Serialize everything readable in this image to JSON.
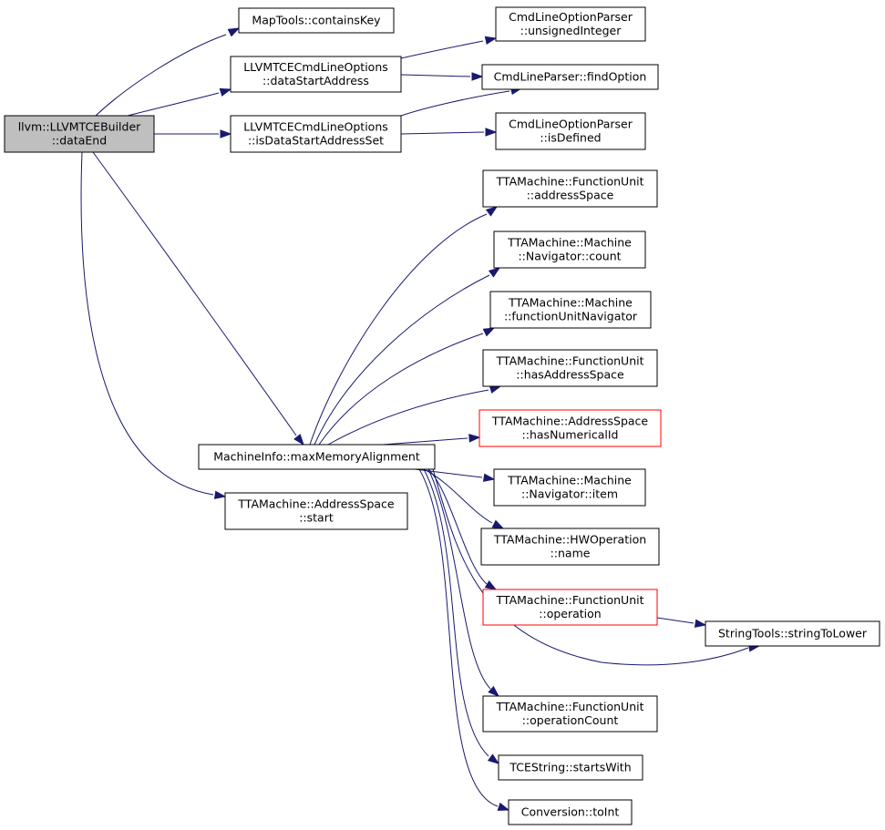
{
  "graph": {
    "edge_color": "#191970",
    "root_fill": "#bfbfbf",
    "highlight_border": "#ff0000",
    "nodes": [
      {
        "id": "root",
        "lines": [
          "llvm::LLVMTCEBuilder",
          "::dataEnd"
        ],
        "style": "root"
      },
      {
        "id": "containsKey",
        "lines": [
          "MapTools::containsKey"
        ],
        "style": "normal"
      },
      {
        "id": "dataStartAddress",
        "lines": [
          "LLVMTCECmdLineOptions",
          "::dataStartAddress"
        ],
        "style": "normal"
      },
      {
        "id": "isDataStartAddressSet",
        "lines": [
          "LLVMTCECmdLineOptions",
          "::isDataStartAddressSet"
        ],
        "style": "normal"
      },
      {
        "id": "unsignedInteger",
        "lines": [
          "CmdLineOptionParser",
          "::unsignedInteger"
        ],
        "style": "normal"
      },
      {
        "id": "findOption",
        "lines": [
          "CmdLineParser::findOption"
        ],
        "style": "normal"
      },
      {
        "id": "isDefined",
        "lines": [
          "CmdLineOptionParser",
          "::isDefined"
        ],
        "style": "normal"
      },
      {
        "id": "maxMemoryAlignment",
        "lines": [
          "MachineInfo::maxMemoryAlignment"
        ],
        "style": "normal"
      },
      {
        "id": "asStart",
        "lines": [
          "TTAMachine::AddressSpace",
          "::start"
        ],
        "style": "normal"
      },
      {
        "id": "addressSpace",
        "lines": [
          "TTAMachine::FunctionUnit",
          "::addressSpace"
        ],
        "style": "normal"
      },
      {
        "id": "navCount",
        "lines": [
          "TTAMachine::Machine",
          "::Navigator::count"
        ],
        "style": "normal"
      },
      {
        "id": "fuNavigator",
        "lines": [
          "TTAMachine::Machine",
          "::functionUnitNavigator"
        ],
        "style": "normal"
      },
      {
        "id": "hasAddressSpace",
        "lines": [
          "TTAMachine::FunctionUnit",
          "::hasAddressSpace"
        ],
        "style": "normal"
      },
      {
        "id": "hasNumericalId",
        "lines": [
          "TTAMachine::AddressSpace",
          "::hasNumericalId"
        ],
        "style": "red"
      },
      {
        "id": "navItem",
        "lines": [
          "TTAMachine::Machine",
          "::Navigator::item"
        ],
        "style": "normal"
      },
      {
        "id": "hwName",
        "lines": [
          "TTAMachine::HWOperation",
          "::name"
        ],
        "style": "normal"
      },
      {
        "id": "fuOperation",
        "lines": [
          "TTAMachine::FunctionUnit",
          "::operation"
        ],
        "style": "red"
      },
      {
        "id": "stringToLower",
        "lines": [
          "StringTools::stringToLower"
        ],
        "style": "normal"
      },
      {
        "id": "operationCount",
        "lines": [
          "TTAMachine::FunctionUnit",
          "::operationCount"
        ],
        "style": "normal"
      },
      {
        "id": "startsWith",
        "lines": [
          "TCEString::startsWith"
        ],
        "style": "normal"
      },
      {
        "id": "toInt",
        "lines": [
          "Conversion::toInt"
        ],
        "style": "normal"
      }
    ]
  }
}
